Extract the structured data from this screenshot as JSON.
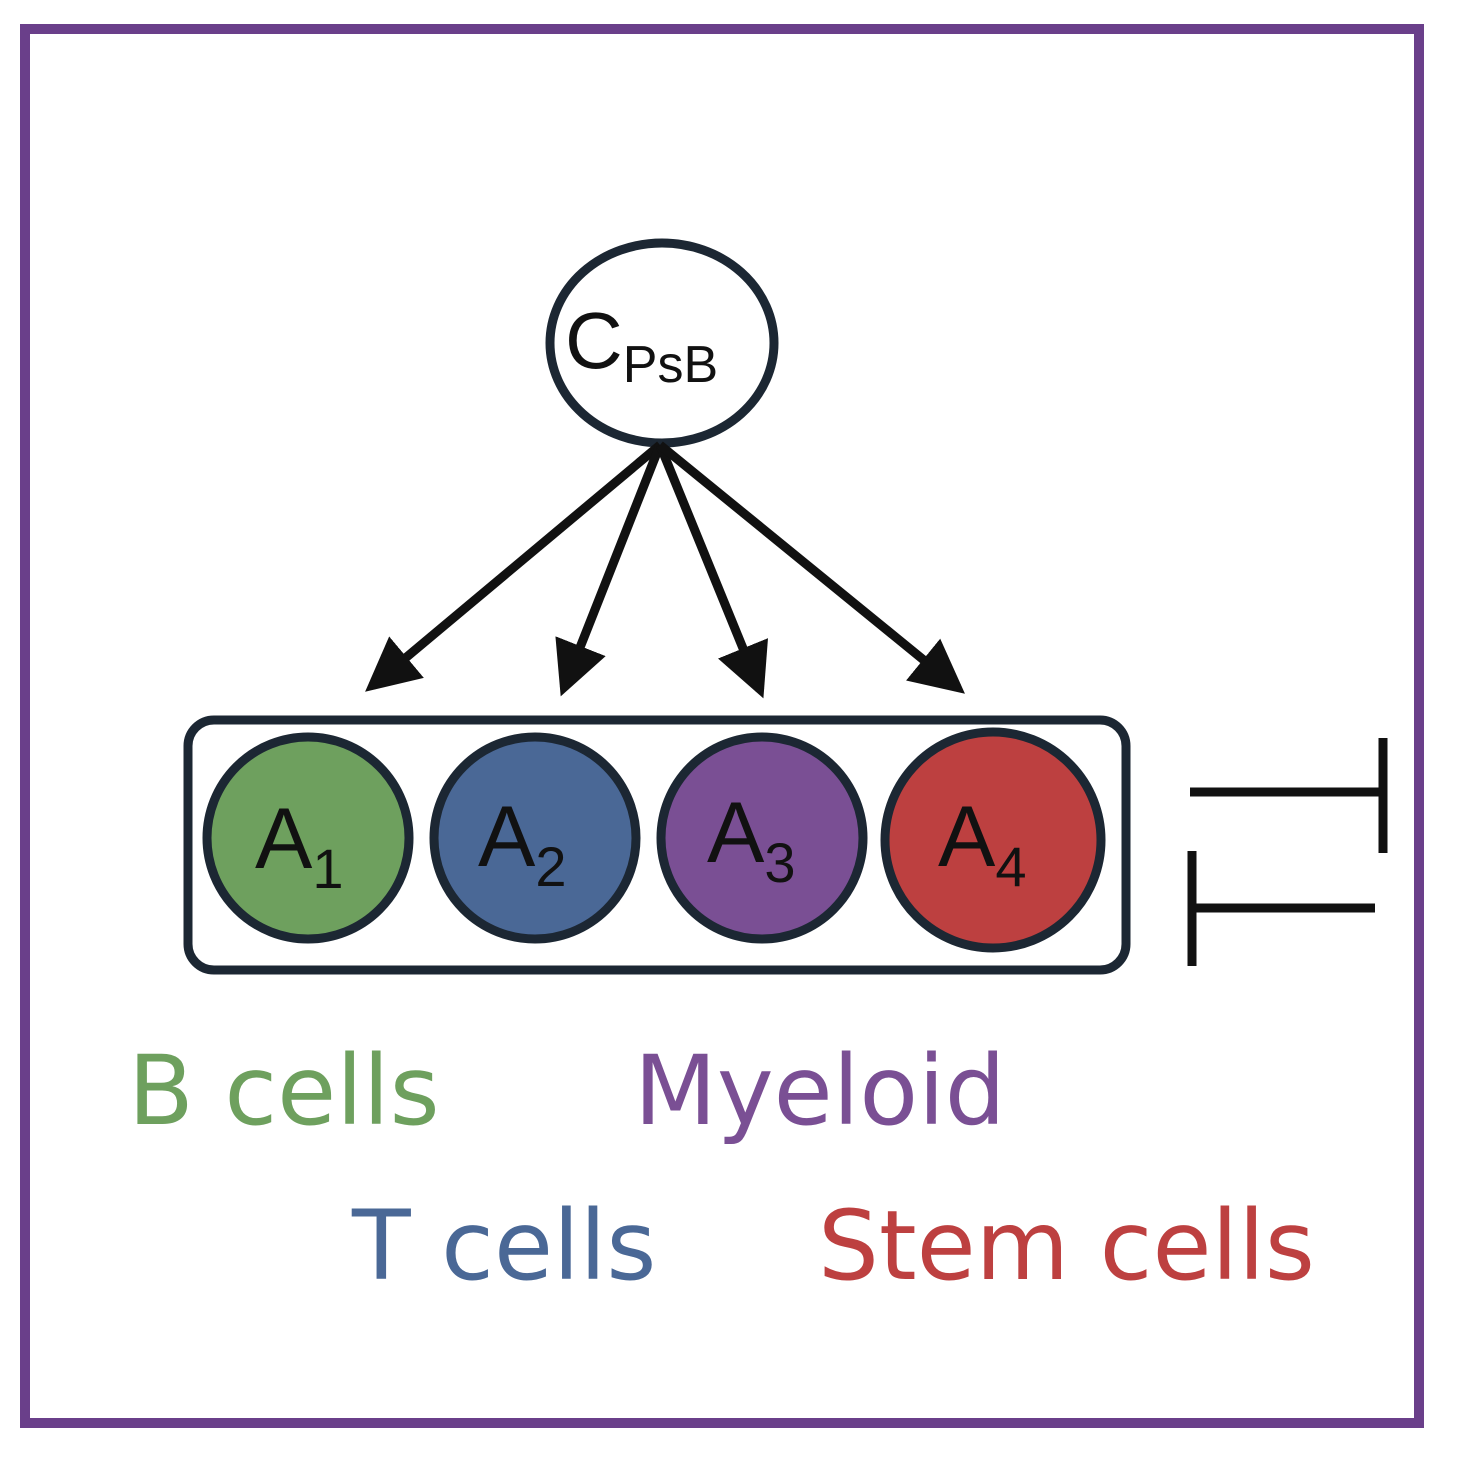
{
  "top_node": {
    "main": "C",
    "sub": "PsB"
  },
  "nodes": [
    {
      "main": "A",
      "sub": "1",
      "color": "#6ea05e"
    },
    {
      "main": "A",
      "sub": "2",
      "color": "#4a6896"
    },
    {
      "main": "A",
      "sub": "3",
      "color": "#7a4f94"
    },
    {
      "main": "A",
      "sub": "4",
      "color": "#bd4040"
    }
  ],
  "legend": [
    {
      "label": "B cells",
      "color": "#6ea05e"
    },
    {
      "label": "T cells",
      "color": "#4a6896"
    },
    {
      "label": "Myeloid",
      "color": "#7a4f94"
    },
    {
      "label": "Stem cells",
      "color": "#bd4040"
    }
  ],
  "colors": {
    "frame": "#6a3f8a",
    "outline": "#1c2733",
    "arrow": "#111111"
  }
}
